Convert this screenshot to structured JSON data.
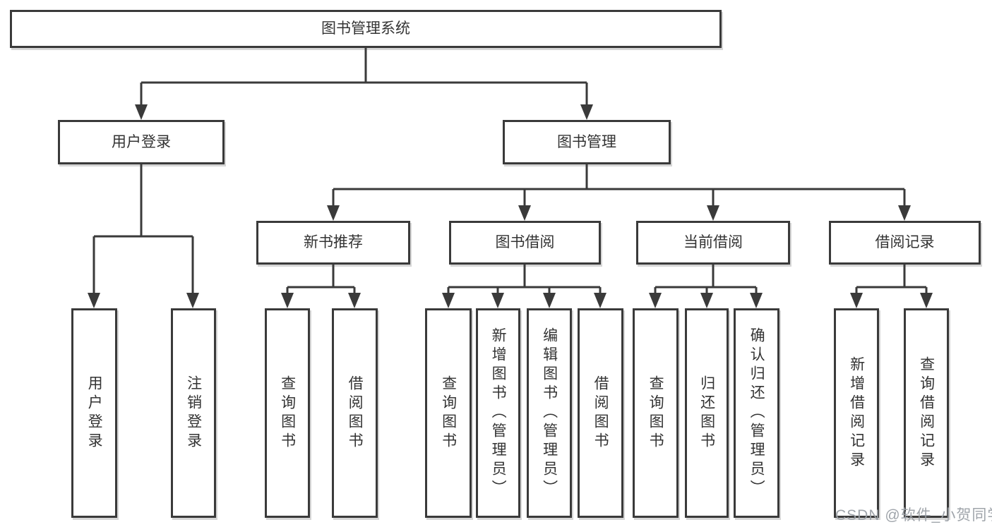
{
  "diagram": {
    "type": "hierarchy-tree",
    "root": {
      "label": "图书管理系统",
      "children": [
        {
          "label": "用户登录",
          "children": [
            {
              "label": "用户登录"
            },
            {
              "label": "注销登录"
            }
          ]
        },
        {
          "label": "图书管理",
          "children": [
            {
              "label": "新书推荐",
              "children": [
                {
                  "label": "查询图书"
                },
                {
                  "label": "借阅图书"
                }
              ]
            },
            {
              "label": "图书借阅",
              "children": [
                {
                  "label": "查询图书"
                },
                {
                  "label": "新增图书（管理员）"
                },
                {
                  "label": "编辑图书（管理员）"
                },
                {
                  "label": "借阅图书"
                }
              ]
            },
            {
              "label": "当前借阅",
              "children": [
                {
                  "label": "查询图书"
                },
                {
                  "label": "归还图书"
                },
                {
                  "label": "确认归还（管理员）"
                }
              ]
            },
            {
              "label": "借阅记录",
              "children": [
                {
                  "label": "新增借阅记录"
                },
                {
                  "label": "查询借阅记录"
                }
              ]
            }
          ]
        }
      ]
    },
    "colors": {
      "line": "#3a3a3a",
      "box_background": "#ffffff",
      "text": "#333333",
      "watermark": "#9aa0a6",
      "page_background": "#ffffff"
    }
  },
  "watermark": {
    "text": "CSDN @软件_小贺同学"
  }
}
